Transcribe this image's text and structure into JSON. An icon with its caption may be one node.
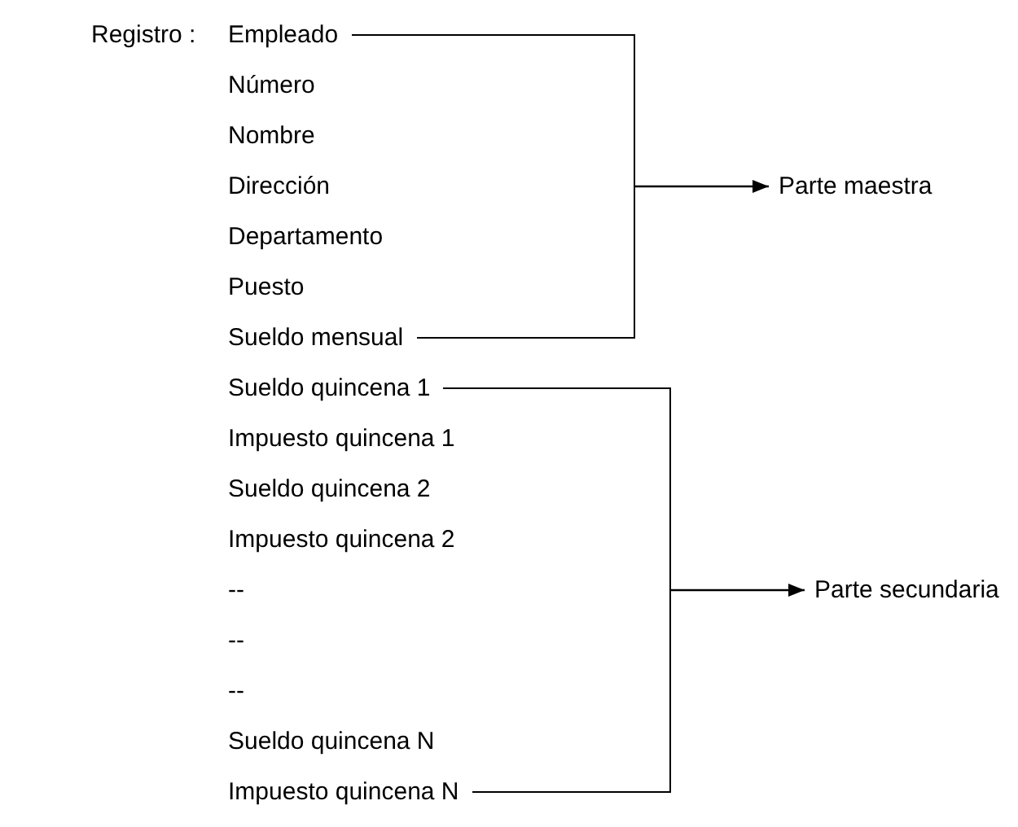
{
  "diagram": {
    "nodes": [
      {
        "text": [
          "Empleado",
          "Número",
          "Nombre",
          "Dirección",
          "Departamento",
          "Puesto",
          "Sueldo mensual"
        ]
      },
      {
        "text": [
          "Parte maestra"
        ]
      },
      {
        "text": [
          "Sueldo quincena 1",
          "Impuesto quincena 1",
          "Sueldo quincena 2",
          "Impuesto quincena 2",
          "--",
          "--",
          "--",
          "Sueldo quincena N",
          "Impuesto quincena N"
        ]
      },
      {
        "text": [
          "Parte secundaria"
        ]
      }
    ],
    "edges": [
      {
        "from": 0,
        "to": 1,
        "arrow": "to"
      },
      {
        "from": 2,
        "to": 3,
        "arrow": "to"
      }
    ],
    "labels": [
      "Registro :"
    ]
  }
}
